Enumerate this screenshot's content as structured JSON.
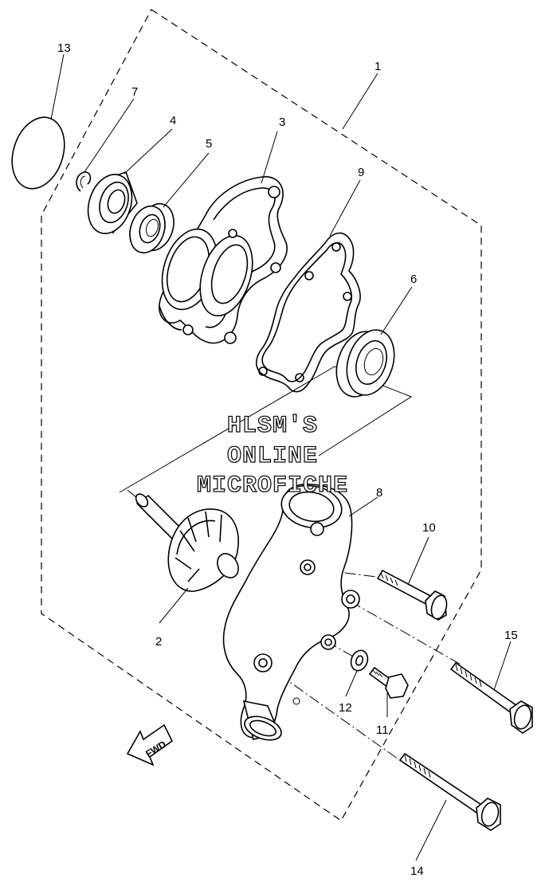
{
  "diagram": {
    "watermark_lines": [
      "HLSM'S",
      "ONLINE",
      "MICROFICHE"
    ],
    "direction_label": "FWD",
    "callouts": [
      {
        "id": "1",
        "label": "1"
      },
      {
        "id": "2",
        "label": "2"
      },
      {
        "id": "3",
        "label": "3"
      },
      {
        "id": "4",
        "label": "4"
      },
      {
        "id": "5",
        "label": "5"
      },
      {
        "id": "6",
        "label": "6"
      },
      {
        "id": "7",
        "label": "7"
      },
      {
        "id": "8",
        "label": "8"
      },
      {
        "id": "9",
        "label": "9"
      },
      {
        "id": "10",
        "label": "10"
      },
      {
        "id": "11",
        "label": "11"
      },
      {
        "id": "12",
        "label": "12"
      },
      {
        "id": "13",
        "label": "13"
      },
      {
        "id": "14",
        "label": "14"
      },
      {
        "id": "15",
        "label": "15"
      }
    ]
  }
}
